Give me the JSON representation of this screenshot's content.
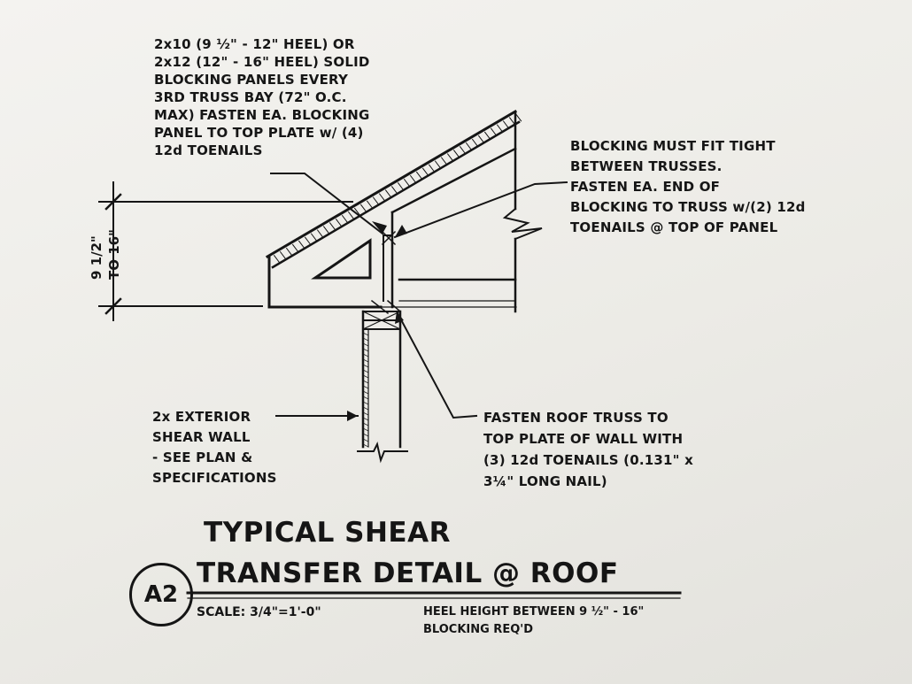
{
  "notes": {
    "blocking_panels": [
      "2x10 (9 ½\" - 12\" HEEL) OR",
      "2x12 (12\" - 16\" HEEL) SOLID",
      "BLOCKING PANELS EVERY",
      "3RD TRUSS BAY (72\" O.C.",
      "MAX) FASTEN EA. BLOCKING",
      "PANEL TO TOP PLATE w/ (4)",
      "12d TOENAILS"
    ],
    "blocking_fit": [
      "BLOCKING MUST FIT TIGHT",
      "BETWEEN TRUSSES.",
      "FASTEN EA. END OF",
      "BLOCKING TO TRUSS w/(2) 12d",
      "TOENAILS @ TOP OF PANEL"
    ],
    "shear_wall": [
      "2x EXTERIOR",
      "SHEAR WALL",
      "- SEE PLAN &",
      "SPECIFICATIONS"
    ],
    "truss_fasten": [
      "FASTEN ROOF TRUSS TO",
      "TOP PLATE OF WALL WITH",
      "(3) 12d TOENAILS (0.131\" x",
      "3¼\" LONG NAIL)"
    ]
  },
  "dimension": {
    "line1": "9 1/2\"",
    "line2": "TO 16\""
  },
  "title_block": {
    "detail_id": "A2",
    "title_line1": "TYPICAL SHEAR",
    "title_line2": "TRANSFER DETAIL @ ROOF",
    "scale": "SCALE:  3/4\"=1'-0\"",
    "heel_note_line1": "HEEL HEIGHT BETWEEN 9 ½\" - 16\"",
    "heel_note_line2": "BLOCKING REQ'D"
  }
}
